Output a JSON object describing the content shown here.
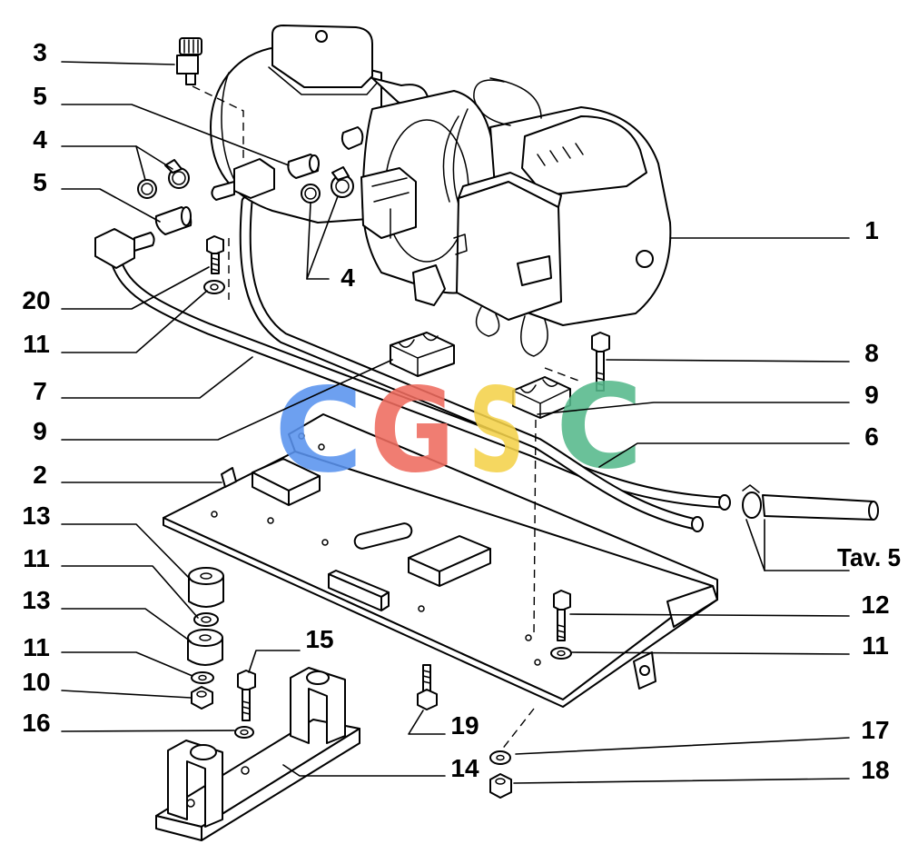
{
  "callouts": {
    "n3": "3",
    "n5_upper": "5",
    "n4_left": "4",
    "n5_lower": "5",
    "n20": "20",
    "n11_a": "11",
    "n7": "7",
    "n9_left": "9",
    "n2": "2",
    "n13_upper": "13",
    "n11_b": "11",
    "n13_lower": "13",
    "n11_c": "11",
    "n10": "10",
    "n16": "16",
    "n4_mid": "4",
    "n15": "15",
    "n19": "19",
    "n14": "14",
    "n1": "1",
    "n8": "8",
    "n9_right": "9",
    "n6": "6",
    "ref_table": "Tav. 5",
    "n12": "12",
    "n11_d": "11",
    "n17": "17",
    "n18": "18"
  },
  "watermark": {
    "letters": [
      "C",
      "G",
      "S",
      "C"
    ],
    "colors": [
      "#5a93ef",
      "#ef6c5f",
      "#f4d24b",
      "#56b98c"
    ]
  },
  "colors": {
    "line": "#000000",
    "background": "#ffffff"
  }
}
